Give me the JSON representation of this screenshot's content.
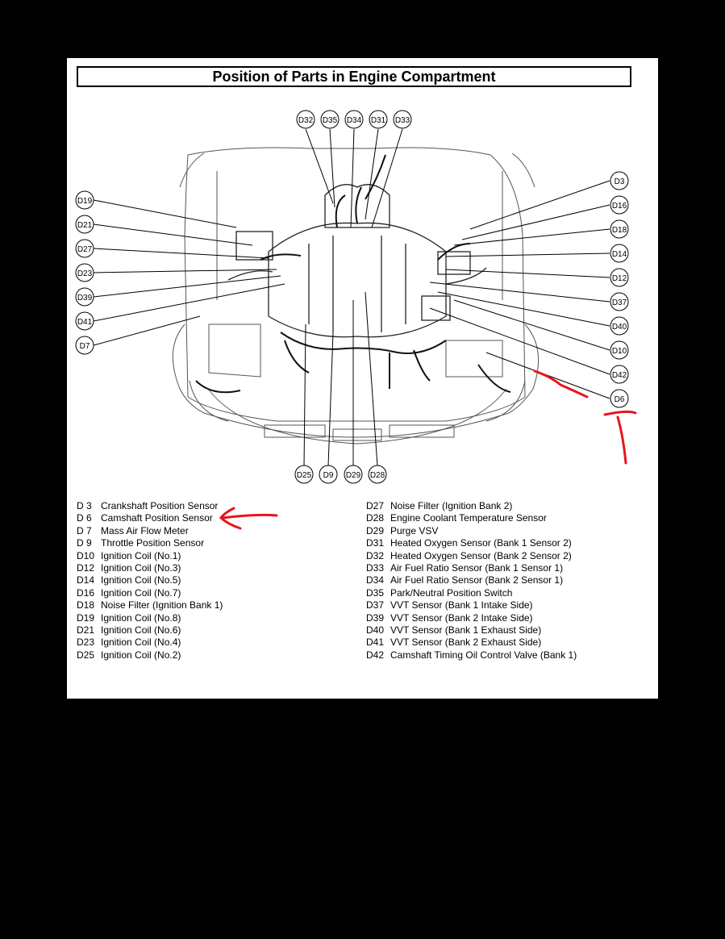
{
  "diagram": {
    "title": "Position of Parts in Engine Compartment",
    "callouts": {
      "top": [
        "D32",
        "D35",
        "D34",
        "D31",
        "D33"
      ],
      "left": [
        "D19",
        "D21",
        "D27",
        "D23",
        "D39",
        "D41",
        "D7"
      ],
      "right": [
        "D3",
        "D16",
        "D18",
        "D14",
        "D12",
        "D37",
        "D40",
        "D10",
        "D42",
        "D6"
      ],
      "bottom": [
        "D25",
        "D9",
        "D29",
        "D28"
      ]
    },
    "annotation_color": "#e8141e"
  },
  "legend": {
    "left": [
      {
        "code": "D  3",
        "name": "Crankshaft Position Sensor"
      },
      {
        "code": "D  6",
        "name": "Camshaft Position Sensor"
      },
      {
        "code": "D  7",
        "name": "Mass Air Flow Meter"
      },
      {
        "code": "D  9",
        "name": "Throttle Position Sensor"
      },
      {
        "code": "D10",
        "name": "Ignition Coil (No.1)"
      },
      {
        "code": "D12",
        "name": "Ignition Coil (No.3)"
      },
      {
        "code": "D14",
        "name": "Ignition Coil (No.5)"
      },
      {
        "code": "D16",
        "name": "Ignition Coil (No.7)"
      },
      {
        "code": "D18",
        "name": "Noise Filter (Ignition Bank 1)"
      },
      {
        "code": "D19",
        "name": "Ignition Coil (No.8)"
      },
      {
        "code": "D21",
        "name": "Ignition Coil (No.6)"
      },
      {
        "code": "D23",
        "name": "Ignition Coil (No.4)"
      },
      {
        "code": "D25",
        "name": "Ignition Coil (No.2)"
      }
    ],
    "right": [
      {
        "code": "D27",
        "name": "Noise Filter (Ignition Bank 2)"
      },
      {
        "code": "D28",
        "name": "Engine Coolant Temperature Sensor"
      },
      {
        "code": "D29",
        "name": "Purge VSV"
      },
      {
        "code": "D31",
        "name": "Heated Oxygen Sensor (Bank 1 Sensor 2)"
      },
      {
        "code": "D32",
        "name": "Heated Oxygen Sensor (Bank 2 Sensor 2)"
      },
      {
        "code": "D33",
        "name": "Air Fuel Ratio Sensor (Bank 1 Sensor 1)"
      },
      {
        "code": "D34",
        "name": "Air Fuel Ratio Sensor (Bank 2 Sensor 1)"
      },
      {
        "code": "D35",
        "name": "Park/Neutral Position Switch"
      },
      {
        "code": "D37",
        "name": "VVT Sensor (Bank 1 Intake Side)"
      },
      {
        "code": "D39",
        "name": "VVT Sensor (Bank 2 Intake Side)"
      },
      {
        "code": "D40",
        "name": "VVT Sensor (Bank 1 Exhaust Side)"
      },
      {
        "code": "D41",
        "name": "VVT Sensor (Bank 2 Exhaust Side)"
      },
      {
        "code": "D42",
        "name": "Camshaft Timing Oil Control Valve (Bank 1)"
      }
    ]
  }
}
